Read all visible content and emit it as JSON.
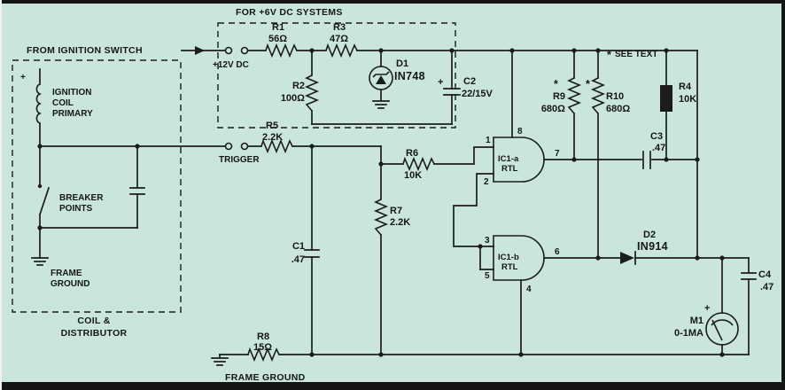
{
  "background": "#c9e5de",
  "ink": "#1c1c1c",
  "header": {
    "for_6v": "FOR +6V DC SYSTEMS",
    "from_ignition": "FROM IGNITION SWITCH",
    "v12": "+12V DC",
    "trigger": "TRIGGER",
    "see_text": "SEE TEXT",
    "asterisk": "*",
    "plus": "+",
    "frame_ground": "FRAME GROUND"
  },
  "coil_box": {
    "title1": "COIL &",
    "title2": "DISTRIBUTOR",
    "coil1": "IGNITION",
    "coil2": "COIL",
    "coil3": "PRIMARY",
    "points1": "BREAKER",
    "points2": "POINTS",
    "ground1": "FRAME",
    "ground2": "GROUND"
  },
  "parts": {
    "r1": {
      "ref": "R1",
      "val": "56Ω"
    },
    "r2": {
      "ref": "R2",
      "val": "100Ω"
    },
    "r3": {
      "ref": "R3",
      "val": "47Ω"
    },
    "r4": {
      "ref": "R4",
      "val": "10K"
    },
    "r5": {
      "ref": "R5",
      "val": "2.2K"
    },
    "r6": {
      "ref": "R6",
      "val": "10K"
    },
    "r7": {
      "ref": "R7",
      "val": "2.2K"
    },
    "r8": {
      "ref": "R8",
      "val": "15Ω"
    },
    "r9": {
      "ref": "R9",
      "val": "680Ω"
    },
    "r10": {
      "ref": "R10",
      "val": "680Ω"
    },
    "c1": {
      "ref": "C1",
      "val": ".47"
    },
    "c2": {
      "ref": "C2",
      "val": "22/15V"
    },
    "c3": {
      "ref": "C3",
      "val": ".47"
    },
    "c4": {
      "ref": "C4",
      "val": ".47"
    },
    "d1": {
      "ref": "D1",
      "val": "IN748"
    },
    "d2": {
      "ref": "D2",
      "val": "IN914"
    },
    "m1": {
      "ref": "M1",
      "val": "0-1MA"
    },
    "ic1a": {
      "ref": "IC1-a",
      "fam": "RTL",
      "p_in1": "1",
      "p_in2": "2",
      "p_vcc": "8",
      "p_out": "7"
    },
    "ic1b": {
      "ref": "IC1-b",
      "fam": "RTL",
      "p_in1": "3",
      "p_in2": "5",
      "p_gnd": "4",
      "p_out": "6"
    }
  }
}
